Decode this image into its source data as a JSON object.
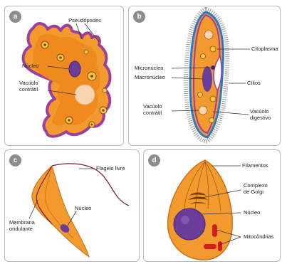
{
  "panels": [
    {
      "id": "a",
      "badge": "a",
      "labels": {
        "pseudopodes": "Pseudópodes",
        "nucleo": "Núcleo",
        "vacuolo_line1": "Vacúolo",
        "vacuolo_line2": "contrátil"
      }
    },
    {
      "id": "b",
      "badge": "b",
      "labels": {
        "citoplasma": "Citoplasma",
        "micronucleo": "Micronúcleo",
        "macronucleo": "Macronúcleo",
        "cilios": "Cílios",
        "vacuolo_contratil_line1": "Vacúolo",
        "vacuolo_contratil_line2": "contrátil",
        "vacuolo_digestivo_line1": "Vacúolo",
        "vacuolo_digestivo_line2": "digestivo"
      }
    },
    {
      "id": "c",
      "badge": "c",
      "labels": {
        "flagelo": "Flagelo livre",
        "nucleo": "Núcleo",
        "membrana_line1": "Membrana",
        "membrana_line2": "ondulante"
      }
    },
    {
      "id": "d",
      "badge": "d",
      "labels": {
        "filamentos": "Filamentos",
        "golgi_line1": "Complexo",
        "golgi_line2": "de Golgi",
        "nucleo": "Núcleo",
        "mitocondrias": "Mitocôndrias"
      }
    }
  ],
  "colors": {
    "cell_orange": "#f29a2e",
    "cell_border_purple": "#9b3fa0",
    "nucleus_purple": "#6a3d9a",
    "vacuole_peach": "#f8d5b0",
    "mitochondria_red": "#d11f1f",
    "golgi_brown": "#7a3e10",
    "badge_gray": "#8c8c8c"
  }
}
